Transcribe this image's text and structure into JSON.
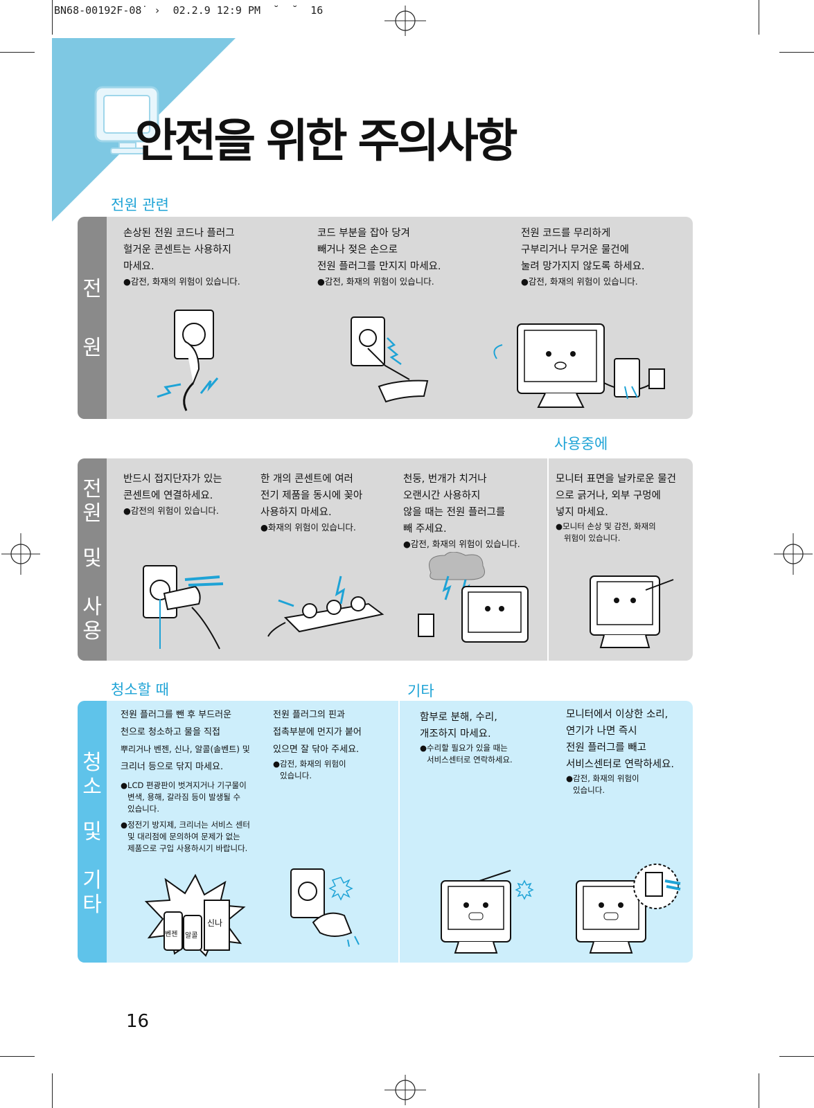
{
  "print_header": "BN68-00192F-08˙ ›  02.2.9 12:9 PM  ˘  ˘  16",
  "title": "안전을 위한 주의사항",
  "page_number": "16",
  "accent_color": "#1ea3d6",
  "sections": {
    "power": {
      "heading": "전원 관련",
      "side_label": [
        "전",
        "원"
      ],
      "items": [
        {
          "text": [
            "손상된 전원 코드나 플러그",
            "헐거운 콘센트는 사용하지",
            "마세요."
          ],
          "note": [
            "●감전, 화재의 위험이 있습니다."
          ]
        },
        {
          "text": [
            "코드 부분을 잡아 당겨",
            "빼거나 젖은 손으로",
            "전원 플러그를 만지지 마세요."
          ],
          "note": [
            "●감전, 화재의 위험이 있습니다."
          ]
        },
        {
          "text": [
            "전원 코드를 무리하게",
            "구부리거나 무거운 물건에",
            "눌려 망가지지 않도록 하세요."
          ],
          "note": [
            "●감전, 화재의 위험이 있습니다."
          ]
        }
      ]
    },
    "usage": {
      "heading": "사용중에",
      "side_label": [
        "전",
        "원",
        "및",
        "사",
        "용"
      ],
      "items": [
        {
          "text": [
            "반드시 접지단자가 있는",
            "콘센트에 연결하세요."
          ],
          "note": [
            "●감전의 위험이 있습니다."
          ]
        },
        {
          "text": [
            "한 개의 콘센트에 여러",
            "전기 제품을 동시에 꽂아",
            "사용하지 마세요."
          ],
          "note": [
            "●화재의 위험이 있습니다."
          ]
        },
        {
          "text": [
            "천둥, 번개가 치거나",
            "오랜시간 사용하지",
            "않을 때는 전원 플러그를",
            "빼 주세요."
          ],
          "note": [
            "●감전, 화재의 위험이 있습니다."
          ]
        },
        {
          "text": [
            "모니터 표면을 날카로운 물건",
            "으로 긁거나, 외부 구멍에",
            "넣지 마세요."
          ],
          "note": [
            "●모니터 손상 및 감전, 화재의",
            "위험이 있습니다."
          ]
        }
      ]
    },
    "cleaning": {
      "heading": "청소할 때",
      "side_label": [
        "청",
        "소",
        "및",
        "기",
        "타"
      ],
      "items": [
        {
          "text": [
            "전원 플러그를 뺀 후 부드러운",
            "천으로 청소하고 물을 직접",
            "뿌리거나 벤젠, 신나, 알콜(솔벤트) 및",
            "크리너 등으로 닦지 마세요."
          ],
          "notes": [
            [
              "●LCD 편광판이 벗겨지거나 기구물이",
              "변색, 용해, 갈라짐 등이 발생될 수",
              "있습니다."
            ],
            [
              "●정전기 방지제, 크리너는 서비스 센터",
              "및 대리점에 문의하여 문제가 없는",
              "제품으로 구입 사용하시기 바랍니다."
            ]
          ],
          "bottle_labels": [
            "벤젠",
            "알콜",
            "신나"
          ]
        },
        {
          "text": [
            "전원 플러그의 핀과",
            "접촉부분에 먼지가 붙어",
            "있으면 잘 닦아 주세요."
          ],
          "note": [
            "●감전, 화재의 위험이",
            "있습니다."
          ]
        }
      ]
    },
    "other": {
      "heading": "기타",
      "items": [
        {
          "text": [
            "함부로 분해, 수리,",
            "개조하지 마세요."
          ],
          "note": [
            "●수리할 필요가 있을 때는",
            "서비스센터로 연락하세요."
          ]
        },
        {
          "text": [
            "모니터에서 이상한 소리,",
            "연기가 나면 즉시",
            "전원 플러그를 빼고",
            "서비스센터로 연락하세요."
          ],
          "note": [
            "●감전, 화재의 위험이",
            "있습니다."
          ]
        }
      ]
    }
  }
}
